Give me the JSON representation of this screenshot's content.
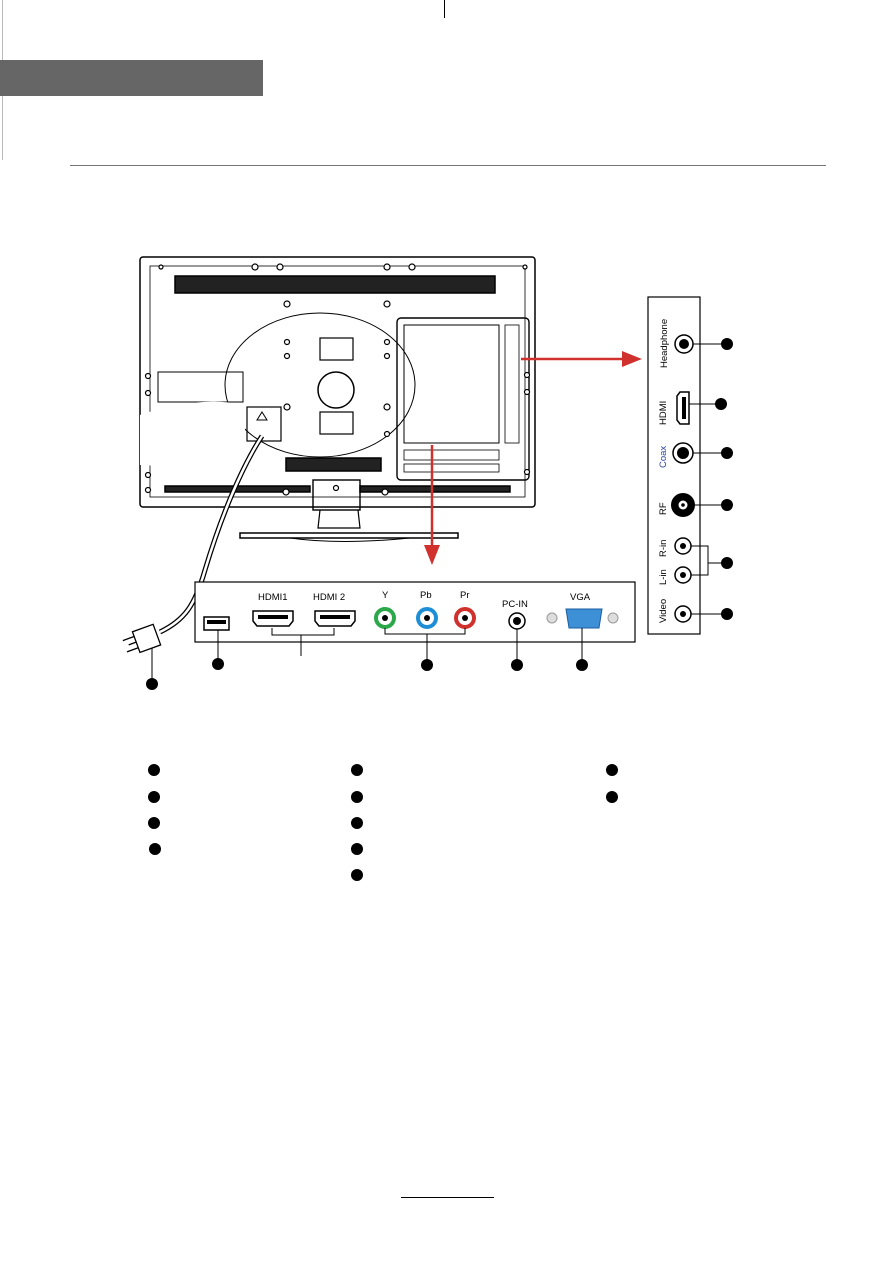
{
  "ports_panel": {
    "hdmi1": "HDMI1",
    "hdmi2": "HDMI 2",
    "y": "Y",
    "pb": "Pb",
    "pr": "Pr",
    "pc_in": "PC-IN",
    "vga": "VGA"
  },
  "side_panel": {
    "headphone": "Headphone",
    "hdmi": "HDMI",
    "coax": "Coax",
    "rf": "RF",
    "r_in": "R-in",
    "l_in": "L-in",
    "video": "Video"
  },
  "colors": {
    "arrow": "#d0312d",
    "y_jack": "#2aa84a",
    "pb_jack": "#1e8fd6",
    "pr_jack": "#d0312d",
    "vga_port": "#3d8fd6",
    "coax_label": "#2a3f9e",
    "header_bar": "#666666"
  }
}
